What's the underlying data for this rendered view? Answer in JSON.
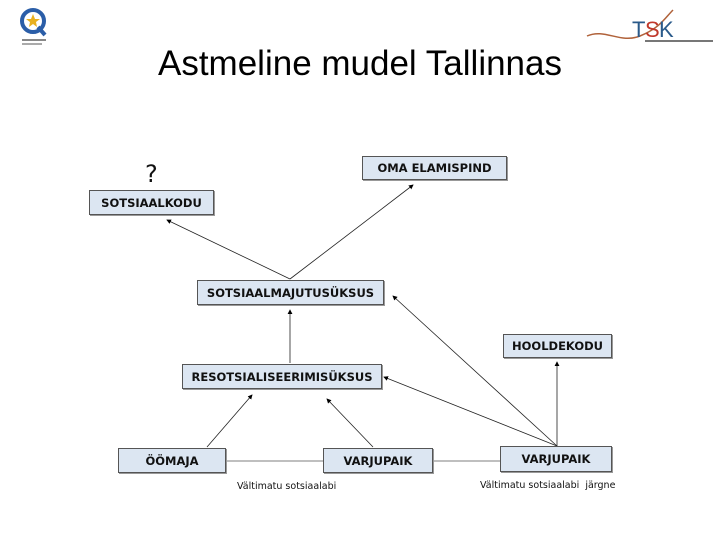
{
  "title": "Astmeline mudel Tallinnas",
  "logos": {
    "left": "Q",
    "right": "TSK"
  },
  "diagram": {
    "question_mark": "?",
    "boxes": {
      "sotsiaalkodu": "SOTSIAALKODU",
      "oma_elamispind": "OMA ELAMISPIND",
      "sotsiaalmajutusuksus": "SOTSIAALMAJUTUSÜKSUS",
      "hooldekodu": "HOOLDEKODU",
      "resotsialiseerimisuksus": "RESOTSIALISEERIMISÜKSUS",
      "oomaja": "ÖÖMAJA",
      "varjupaik_1": "VARJUPAIK",
      "varjupaik_2": "VARJUPAIK"
    },
    "notes": {
      "left": "Vältimatu sotsiaalabi",
      "right": "Vältimatu sotsiaalabi  järgne"
    }
  },
  "colors": {
    "box_fill": "#dce6f2",
    "box_border": "#555555"
  }
}
